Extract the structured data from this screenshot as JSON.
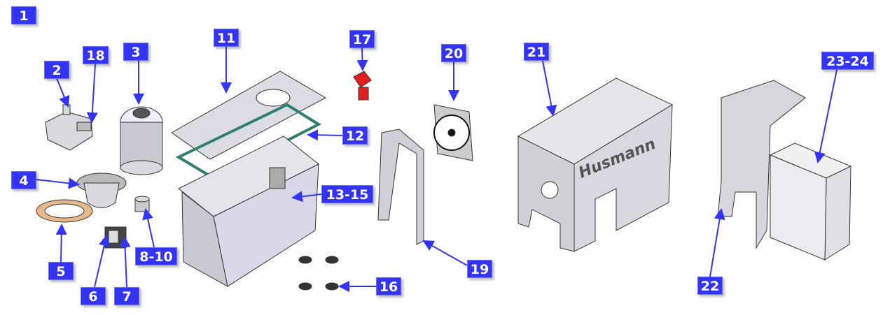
{
  "title_label": "1",
  "callouts": [
    {
      "id": "2",
      "text": "2"
    },
    {
      "id": "18",
      "text": "18"
    },
    {
      "id": "3",
      "text": "3"
    },
    {
      "id": "11",
      "text": "11"
    },
    {
      "id": "17",
      "text": "17"
    },
    {
      "id": "20",
      "text": "20"
    },
    {
      "id": "21",
      "text": "21"
    },
    {
      "id": "23-24",
      "text": "23-24"
    },
    {
      "id": "12",
      "text": "12"
    },
    {
      "id": "4",
      "text": "4"
    },
    {
      "id": "13-15",
      "text": "13-15"
    },
    {
      "id": "5",
      "text": "5"
    },
    {
      "id": "8-10",
      "text": "8-10"
    },
    {
      "id": "19",
      "text": "19"
    },
    {
      "id": "6",
      "text": "6"
    },
    {
      "id": "7",
      "text": "7"
    },
    {
      "id": "16",
      "text": "16"
    },
    {
      "id": "22",
      "text": "22"
    }
  ],
  "cover_logo": "Husmann",
  "colors": {
    "label_bg": "#3434f4",
    "label_text": "#ffffff",
    "part_fill": "#d8d8de",
    "part_stroke": "#333333",
    "seal": "#2f7f6f",
    "plug": "#e02020"
  }
}
